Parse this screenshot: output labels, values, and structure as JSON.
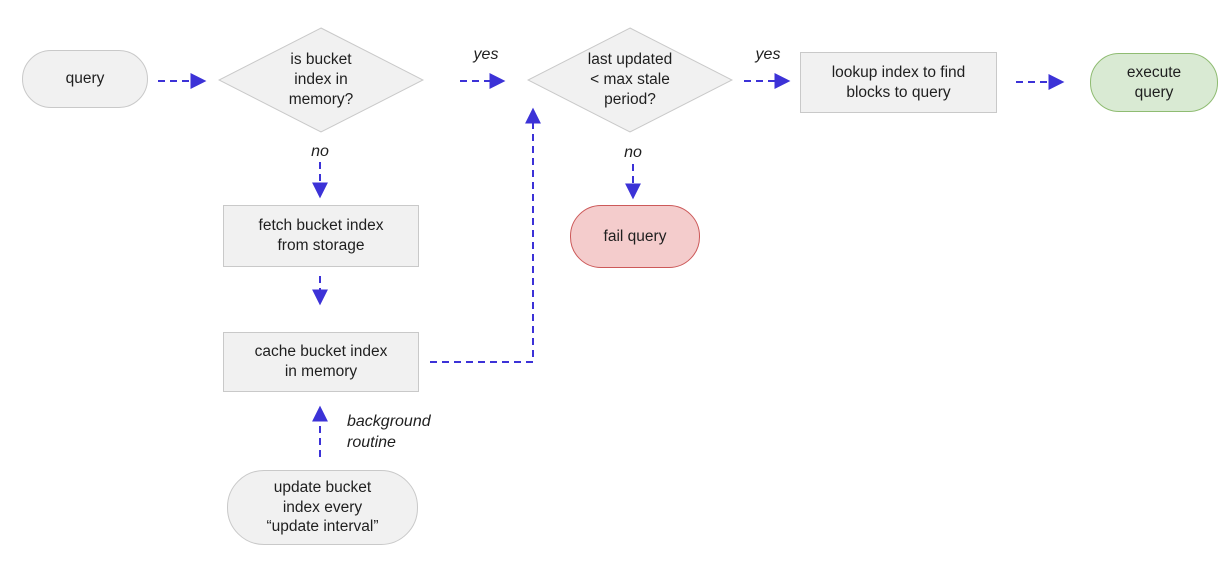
{
  "colors": {
    "arrow": "#3c32d7",
    "gray_fill": "#f1f1f1",
    "gray_border": "#c9c9c9",
    "green_fill": "#d9ead3",
    "green_border": "#8fbc72",
    "red_fill": "#f4cccc",
    "red_border": "#cc5959",
    "text": "#1f1f1f"
  },
  "nodes": {
    "query": {
      "label": "query",
      "type": "terminal"
    },
    "bucket_index_in_memory": {
      "label": "is bucket\nindex in\nmemory?",
      "type": "decision"
    },
    "last_updated": {
      "label": "last updated\n< max stale\nperiod?",
      "type": "decision"
    },
    "lookup_index": {
      "label": "lookup index to find\nblocks to query",
      "type": "process"
    },
    "execute_query": {
      "label": "execute\nquery",
      "type": "terminal-success"
    },
    "fetch_bucket_index": {
      "label": "fetch bucket index\nfrom storage",
      "type": "process"
    },
    "cache_bucket_index": {
      "label": "cache bucket index\nin memory",
      "type": "process"
    },
    "fail_query": {
      "label": "fail query",
      "type": "terminal-failure"
    },
    "update_bucket_index": {
      "label": "update bucket\nindex every\n“update interval”",
      "type": "terminal"
    }
  },
  "edge_labels": {
    "memory_yes": "yes",
    "memory_no": "no",
    "stale_yes": "yes",
    "stale_no": "no",
    "background_routine": "background\nroutine"
  }
}
